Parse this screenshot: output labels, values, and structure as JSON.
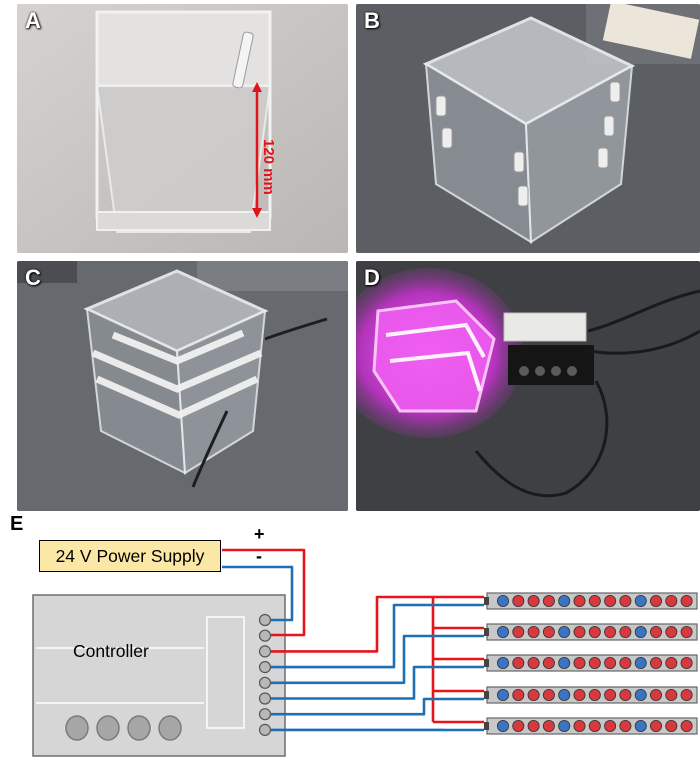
{
  "panels": {
    "a": {
      "label": "A",
      "dimension_label": "120 mm"
    },
    "b": {
      "label": "B"
    },
    "c": {
      "label": "C"
    },
    "d": {
      "label": "D"
    },
    "e": {
      "label": "E"
    }
  },
  "diagram": {
    "power_supply_label": "24 V Power Supply",
    "controller_label": "Controller",
    "positive_sign": "+",
    "negative_sign": "-",
    "controller_terminal_count": 8,
    "controller_button_count": 4,
    "led_strips": [
      [
        "blue",
        "red",
        "red",
        "red",
        "blue",
        "red",
        "red",
        "red",
        "red",
        "blue",
        "red",
        "red",
        "red"
      ],
      [
        "blue",
        "red",
        "red",
        "red",
        "blue",
        "red",
        "red",
        "red",
        "red",
        "blue",
        "red",
        "red",
        "red"
      ],
      [
        "blue",
        "red",
        "red",
        "red",
        "blue",
        "red",
        "red",
        "red",
        "red",
        "blue",
        "red",
        "red",
        "red"
      ],
      [
        "blue",
        "red",
        "red",
        "red",
        "blue",
        "red",
        "red",
        "red",
        "red",
        "blue",
        "red",
        "red",
        "red"
      ],
      [
        "blue",
        "red",
        "red",
        "red",
        "blue",
        "red",
        "red",
        "red",
        "red",
        "blue",
        "red",
        "red",
        "red"
      ]
    ],
    "colors": {
      "positive_wire": "#e8141c",
      "negative_wire": "#1f6fb5",
      "power_supply_fill": "#fbe8a6",
      "controller_fill": "#d6d6d6",
      "led_red": "#d9383f",
      "led_blue": "#3a75c4",
      "grow_light_pink": "#ff40ff"
    }
  }
}
